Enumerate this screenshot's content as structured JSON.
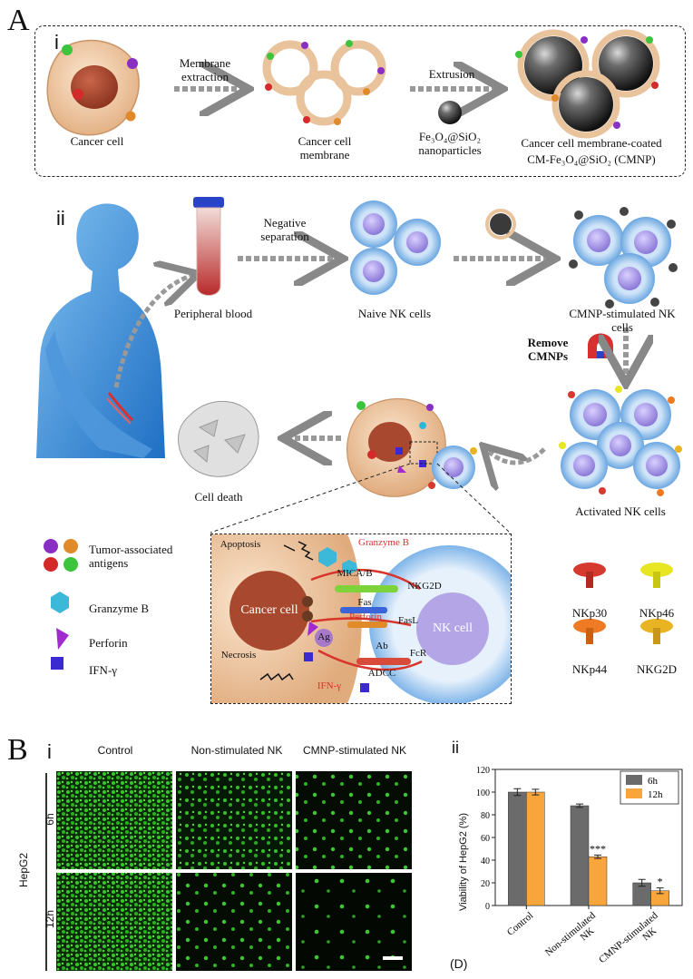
{
  "panel_a": {
    "letter": "A",
    "sub_i": "i",
    "sub_ii": "ii",
    "i_labels": {
      "cancer_cell": "Cancer cell",
      "membrane_extraction": "Membrane extraction",
      "cancer_cell_membrane": "Cancer cell membrane",
      "extrusion": "Extrusion",
      "nanoparticles": "Fe₃O₄@SiO₂ nanoparticles",
      "cmnp_line1": "Cancer cell membrane-coated",
      "cmnp_line2": "CM-Fe₃O₄@SiO₂ (CMNP)"
    },
    "ii_labels": {
      "peripheral_blood": "Peripheral blood",
      "negative_separation": "Negative separation",
      "naive_nk": "Naive NK cells",
      "cmnp_stimulated": "CMNP-stimulated NK cells",
      "remove_cmnps": "Remove CMNPs",
      "activated_nk": "Activated NK cells",
      "cell_death": "Cell death"
    },
    "legend": {
      "tumor_antigens": "Tumor-associated antigens",
      "granzyme_b": "Granzyme B",
      "perforin": "Perforin",
      "ifn": "IFN-γ"
    },
    "inset": {
      "apoptosis": "Apoptosis",
      "granzyme_b": "Granzyme B",
      "mica_b": "MICA/B",
      "nkg2d": "NKG2D",
      "cancer_cell": "Cancer cell",
      "fas": "Fas",
      "perforin": "Perforin",
      "fasl": "FasL",
      "necrosis": "Necrosis",
      "ag": "Ag",
      "ab": "Ab",
      "fcr": "FcR",
      "adcc": "ADCC",
      "ifn": "IFN-γ",
      "nk_cell": "NK cell"
    },
    "receptors": {
      "nkp30": "NKp30",
      "nkp46": "NKp46",
      "nkp44": "NKp44",
      "nkg2d": "NKG2D"
    },
    "colors": {
      "cell_membrane": "#efc9a0",
      "nucleus": "#a8492f",
      "nk_cell": "#9ec6ee",
      "nk_nucleus": "#b4a6e6",
      "arrow_red": "#d8342c",
      "nkp30": "#d63a2e",
      "nkp46": "#e8e622",
      "nkp44": "#ee7a24",
      "nkg2d": "#e9b424"
    }
  },
  "panel_b": {
    "letter": "B",
    "sub_i": "i",
    "sub_ii": "ii",
    "col_headers": [
      "Control",
      "Non-stimulated NK",
      "CMNP-stimulated NK"
    ],
    "row_group_label": "HepG2",
    "row_labels": [
      "6h",
      "12h"
    ],
    "footer_label": "(D)"
  },
  "chart_data": {
    "type": "bar",
    "categories": [
      "Control",
      "Non-stimulated NK",
      "CMNP-stimulated NK"
    ],
    "series": [
      {
        "name": "6h",
        "values": [
          100,
          88,
          20
        ],
        "errors": [
          3,
          1.5,
          3
        ],
        "color": "#6b6b6b"
      },
      {
        "name": "12h",
        "values": [
          100,
          43,
          13
        ],
        "errors": [
          2.5,
          1.5,
          2.5
        ],
        "color": "#f8a53c"
      }
    ],
    "annotations": [
      {
        "category": "Non-stimulated NK",
        "series": "12h",
        "text": "***"
      },
      {
        "category": "CMNP-stimulated NK",
        "series": "12h",
        "text": "*"
      }
    ],
    "ylabel": "Viability of HepG2 (%)",
    "ylim": [
      0,
      120
    ],
    "yticks": [
      0,
      20,
      40,
      60,
      80,
      100,
      120
    ],
    "legend_position": "top-right"
  }
}
